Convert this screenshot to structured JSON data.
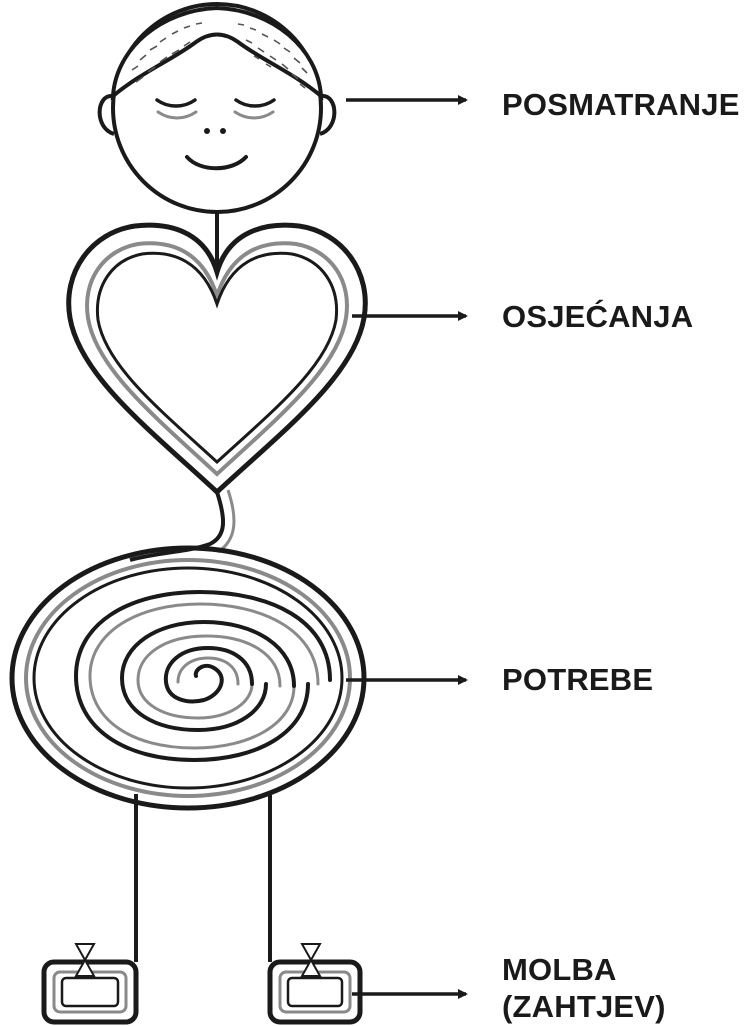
{
  "labels": {
    "observation": "POSMATRANJE",
    "feelings": "OSJEĆANJA",
    "needs": "POTREBE",
    "request_line1": "MOLBA",
    "request_line2": "(ZAHTJEV)"
  },
  "colors": {
    "ink": "#1a1a1a",
    "shade": "#8a8a8a",
    "background": "#ffffff"
  }
}
